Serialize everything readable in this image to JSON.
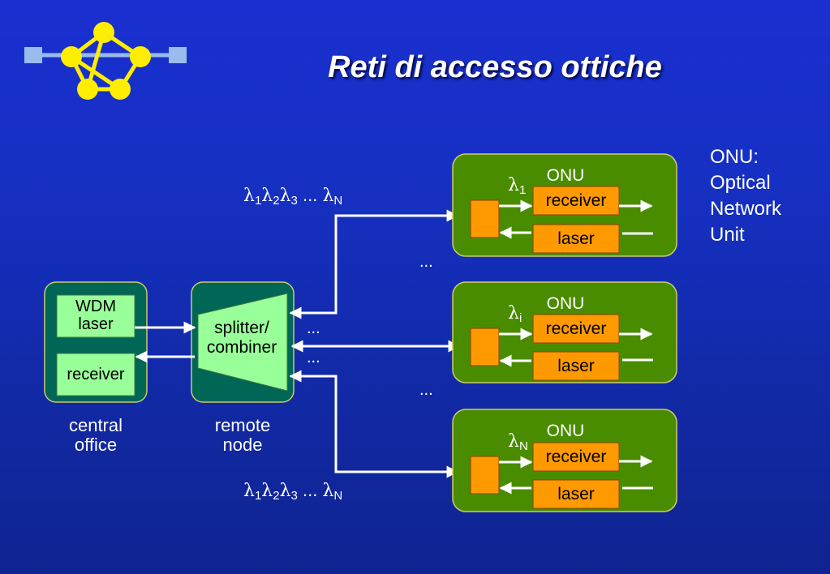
{
  "slide": {
    "title": "Reti di accesso ottiche"
  },
  "central_office": {
    "wdm_laser_line1": "WDM",
    "wdm_laser_line2": "laser",
    "receiver": "receiver",
    "caption_line1": "central",
    "caption_line2": "office"
  },
  "remote_node": {
    "splitter_line1": "splitter/",
    "splitter_line2": "combiner",
    "caption_line1": "remote",
    "caption_line2": "node"
  },
  "onus": [
    {
      "title": "ONU",
      "lambda": "λ",
      "lambda_sub": "1",
      "receiver": "receiver",
      "laser": "laser"
    },
    {
      "title": "ONU",
      "lambda": "λ",
      "lambda_sub": "i",
      "receiver": "receiver",
      "laser": "laser"
    },
    {
      "title": "ONU",
      "lambda": "λ",
      "lambda_sub": "N",
      "receiver": "receiver",
      "laser": "laser"
    }
  ],
  "wavelength_labels": {
    "lambda": "λ",
    "sub1": "1",
    "sub2": "2",
    "sub3": "3",
    "ellipsis": " ... ",
    "subN": "N"
  },
  "ellipses": {
    "between_onu_1_2": "...",
    "between_onu_2_3": "...",
    "splitter_top": "...",
    "splitter_bottom": "..."
  },
  "onu_note": {
    "line1": "ONU:",
    "line2": "Optical",
    "line3": "Network",
    "line4": "Unit"
  },
  "colors": {
    "background": "#1630c4",
    "onu_box": "#4a8c00",
    "node_box": "#006655",
    "light_box": "#99ff99",
    "orange_box": "#ff9900",
    "logo_yellow": "#ffee00",
    "logo_bar": "#99bbee"
  },
  "logo": {
    "icon": "network-graph-icon"
  }
}
